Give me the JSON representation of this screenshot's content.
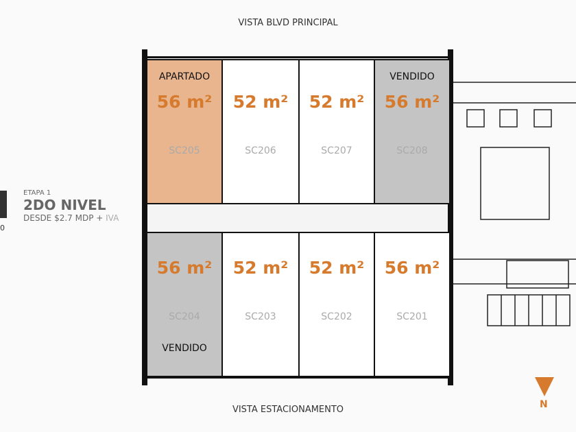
{
  "views": {
    "top": "VISTA BLVD PRINCIPAL",
    "bottom": "VISTA ESTACIONAMENTO"
  },
  "info": {
    "stage": "ETAPA 1",
    "level": "2DO NIVEL",
    "price_prefix": "DESDE $2.7  MDP +",
    "price_suffix": "IVA",
    "logo_fragment": "0"
  },
  "units_top": [
    {
      "code": "SC205",
      "area": "56 m²",
      "status": "APARTADO",
      "color": "#e8b58f"
    },
    {
      "code": "SC206",
      "area": "52 m²",
      "status": "",
      "color": "#ffffff"
    },
    {
      "code": "SC207",
      "area": "52 m²",
      "status": "",
      "color": "#ffffff"
    },
    {
      "code": "SC208",
      "area": "56 m²",
      "status": "VENDIDO",
      "color": "#c4c4c4"
    }
  ],
  "units_bottom": [
    {
      "code": "SC204",
      "area": "56 m²",
      "status": "VENDIDO",
      "color": "#c4c4c4"
    },
    {
      "code": "SC203",
      "area": "52 m²",
      "status": "",
      "color": "#ffffff"
    },
    {
      "code": "SC202",
      "area": "52 m²",
      "status": "",
      "color": "#ffffff"
    },
    {
      "code": "SC201",
      "area": "56 m²",
      "status": "",
      "color": "#ffffff"
    }
  ],
  "compass": {
    "label": "N",
    "color": "#d67b2d"
  }
}
